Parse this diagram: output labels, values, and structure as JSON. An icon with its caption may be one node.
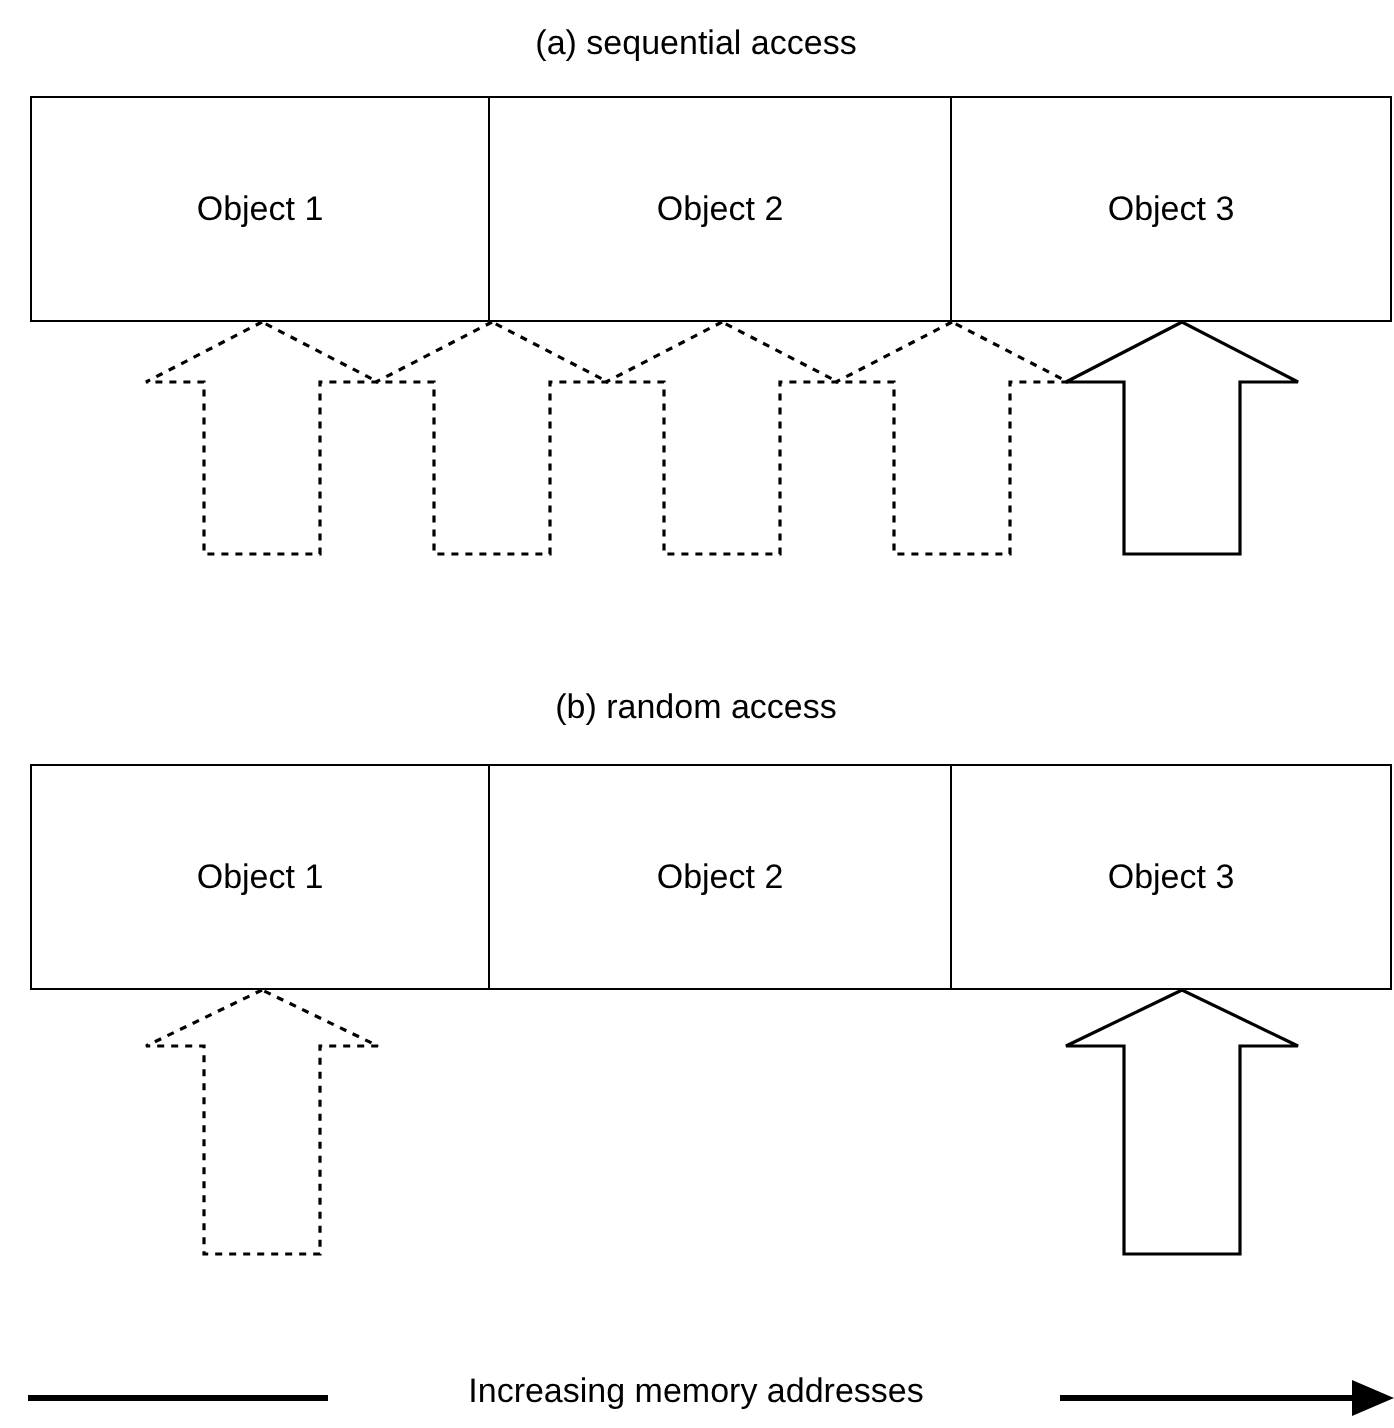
{
  "diagram": {
    "nodes": [
      {
        "text": [
          "Object 1"
        ]
      },
      {
        "text": [
          "Object 2"
        ]
      },
      {
        "text": [
          "Object 3"
        ]
      },
      {
        "text": [
          "Object 1"
        ]
      },
      {
        "text": [
          "Object 2"
        ]
      },
      {
        "text": [
          "Object 3"
        ]
      }
    ],
    "edges": [
      {
        "from": null,
        "to": 0,
        "arrow": "to",
        "style": "dashed"
      },
      {
        "from": null,
        "to": 1,
        "arrow": "to",
        "style": "dashed"
      },
      {
        "from": null,
        "to": 1,
        "arrow": "to",
        "style": "dashed"
      },
      {
        "from": null,
        "to": 2,
        "arrow": "to",
        "style": "dashed"
      },
      {
        "from": null,
        "to": 2,
        "arrow": "to"
      },
      {
        "from": null,
        "to": 3,
        "arrow": "to",
        "style": "dashed"
      },
      {
        "from": null,
        "to": 5,
        "arrow": "to"
      }
    ],
    "labels": [
      "(a) sequential access",
      "(b) random access",
      "Increasing memory addresses"
    ]
  }
}
